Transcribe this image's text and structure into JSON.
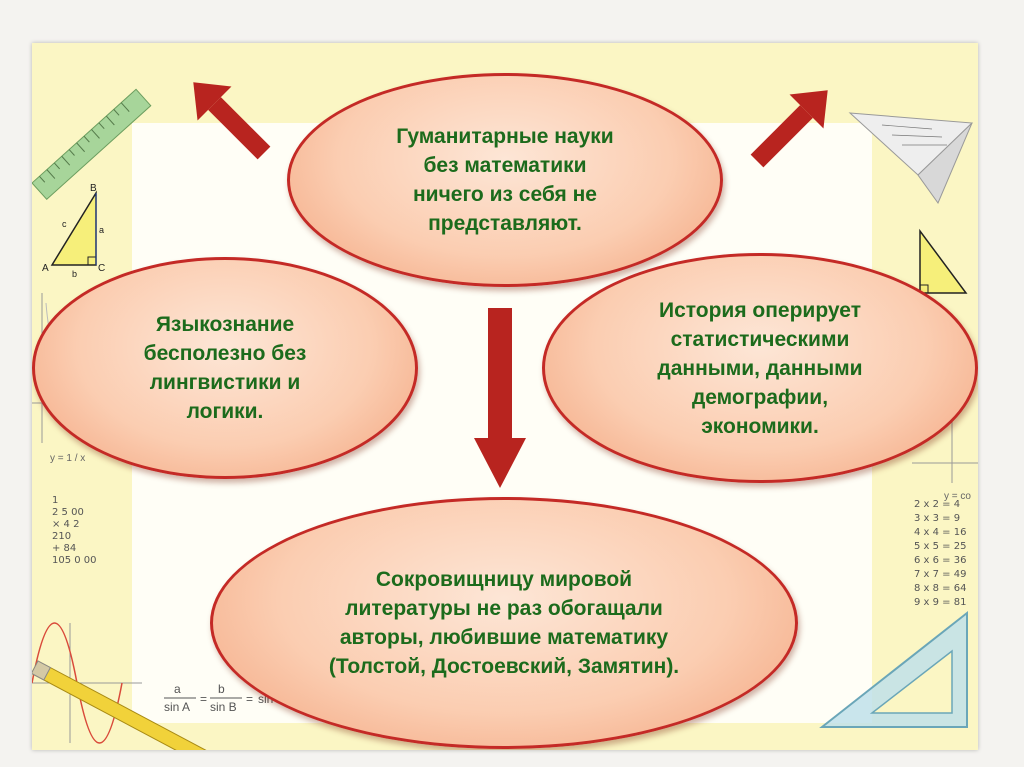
{
  "bubbles": {
    "top": "Гуманитарные науки\nбез математики\nничего из себя не\nпредставляют.",
    "left": "Языкознание\nбесполезно без\nлингвистики и\nлогики.",
    "right": "История оперирует\nстатистическими\nданными, данными\nдемографии,\nэкономики.",
    "bottom": "Сокровищницу мировой\nлитературы не раз обогащали\nавторы, любившие математику\n(Толстой,  Достоевский, Замятин)."
  },
  "decor": {
    "left_formula": "y = 1 / x",
    "right_formula": "y = co",
    "multiplication": "1\n  2 5 00\n× 4 2\n  210\n+ 84\n  105 0 00",
    "times_table": "2 x 2 = 4\n3 x 3 = 9\n4 x 4 = 16\n5 x 5 = 25\n6 x 6 = 36\n7 x 7 = 49\n8 x 8 = 64\n9 x 9 = 81",
    "sine_rule_a": "a",
    "sine_rule_b": "b",
    "sine_rule_sinA": "sin A",
    "sine_rule_sinB": "sin B",
    "sine_rule_eq": "=",
    "sine_rule_cut": "sin C",
    "triangle_labels": [
      "A",
      "B",
      "C",
      "a",
      "b",
      "c"
    ]
  },
  "colors": {
    "arrow": "#b8241f",
    "bubble_border": "#c42a26",
    "text": "#1c6b1c",
    "background": "#fbf6c4"
  }
}
